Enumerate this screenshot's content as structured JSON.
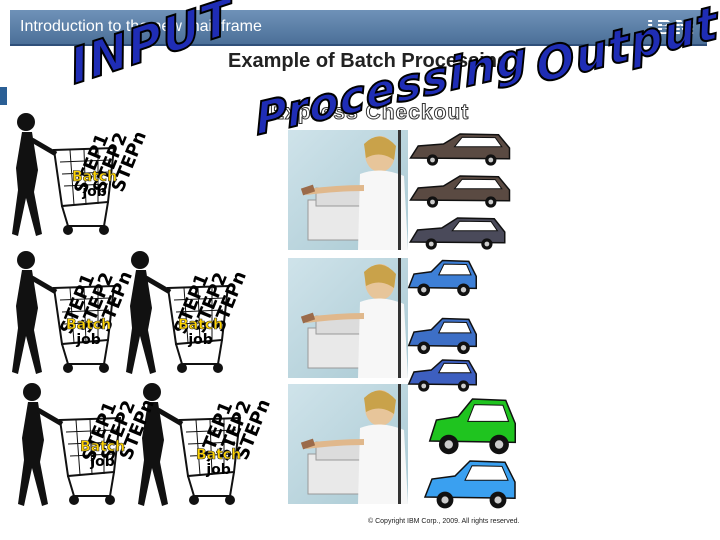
{
  "header": {
    "title": "Introduction to the new mainframe",
    "logo_text": "IBM"
  },
  "slide": {
    "subtitle": "Example of Batch Processing",
    "input_label": "INPUT",
    "processing_label": "Processing",
    "output_label": "Output",
    "express_sign": "Express Checkout"
  },
  "shoppers": [
    {
      "steps": [
        "STEP1",
        "STEP2",
        "STEPn"
      ],
      "batch": [
        "Batch",
        "job"
      ]
    },
    {
      "steps": [
        "STEP1",
        "STEP2",
        "STEPn"
      ],
      "batch": [
        "Batch",
        "job"
      ]
    },
    {
      "steps": [
        "STEP1",
        "STEP2",
        "STEPn"
      ],
      "batch": [
        "Batch",
        "job"
      ]
    },
    {
      "steps": [
        "STEP1",
        "STEP2",
        "STEPn"
      ],
      "batch": [
        "Batch",
        "job"
      ]
    },
    {
      "steps": [
        "STEP1",
        "STEP2",
        "STEPn"
      ],
      "batch": [
        "Batch",
        "job"
      ]
    }
  ],
  "cars": [
    {
      "color": "#5a4a42"
    },
    {
      "color": "#5a4a42"
    },
    {
      "color": "#4a4a5a"
    },
    {
      "color": "#3d7fd6"
    },
    {
      "color": "#3d6fc6"
    },
    {
      "color": "#3d5fc0"
    },
    {
      "color": "#1fc41f"
    },
    {
      "color": "#3aa0f0"
    }
  ],
  "footer": {
    "copyright": "© Copyright IBM Corp., 2009. All rights reserved."
  }
}
